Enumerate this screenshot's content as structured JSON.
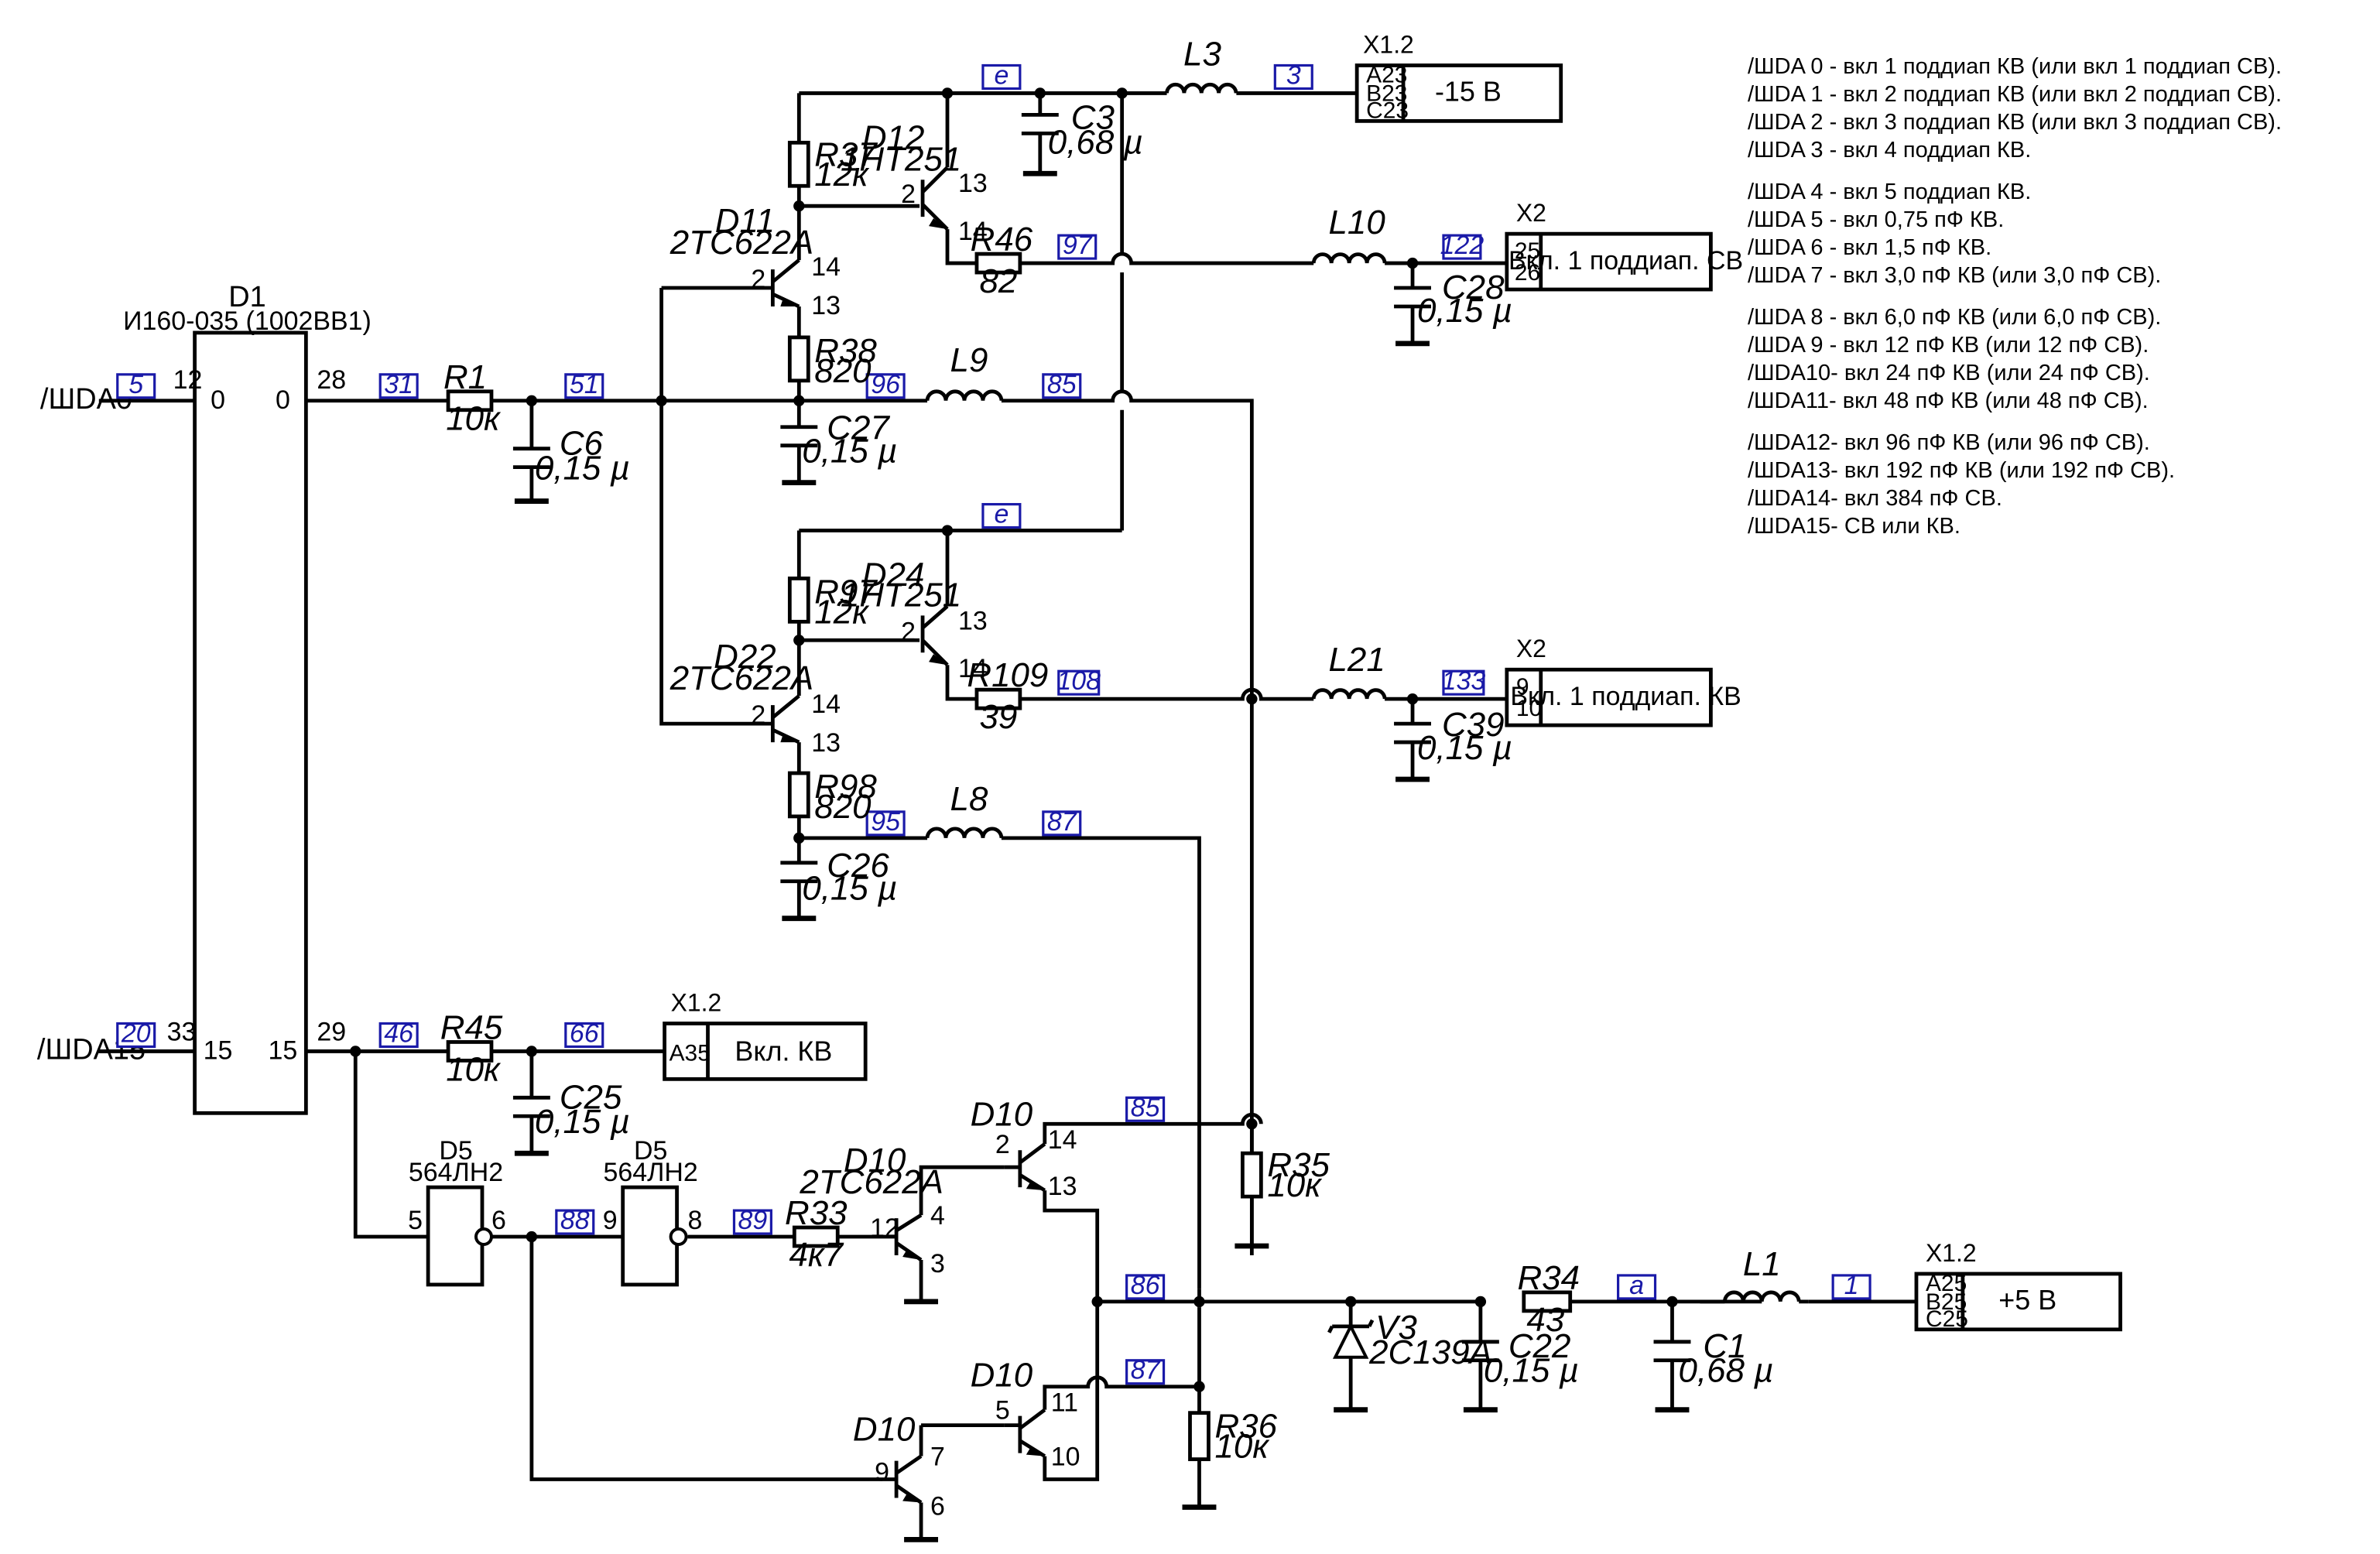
{
  "chips": {
    "d1": {
      "ref": "D1",
      "part": "И160-035 (1002ВВ1)",
      "pins": {
        "in0": "12",
        "out0": "28",
        "in15": "33",
        "out15": "29",
        "a0": "0",
        "b0": "0",
        "a15": "15",
        "b15": "15"
      }
    },
    "d5a": {
      "ref": "D5",
      "part": "564ЛН2",
      "pin_in": "5",
      "pin_out": "6"
    },
    "d5b": {
      "ref": "D5",
      "part": "564ЛН2",
      "pin_in": "9",
      "pin_out": "8"
    }
  },
  "signals": {
    "shda0": "/ШDA0",
    "shda15": "/ШDA15"
  },
  "nets": {
    "n5": "5",
    "n31": "31",
    "n51": "51",
    "ne1": "e",
    "n3": "3",
    "n97": "97",
    "n122": "122",
    "n96": "96",
    "n85a": "85",
    "ne2": "e",
    "n108": "108",
    "n133": "133",
    "n95": "95",
    "n87a": "87",
    "n20": "20",
    "n46": "46",
    "n66": "66",
    "n85b": "85",
    "n88": "88",
    "n89": "89",
    "n86": "86",
    "n87b": "87",
    "na": "a",
    "n1": "1"
  },
  "components": {
    "r1": {
      "ref": "R1",
      "val": "10к"
    },
    "c6": {
      "ref": "C6",
      "val": "0,15 µ"
    },
    "r37": {
      "ref": "R37",
      "val": "12к"
    },
    "d12": {
      "ref": "D12",
      "part": "1НТ251",
      "p2": "2",
      "p13": "13",
      "p14": "14"
    },
    "d11": {
      "ref": "D11",
      "part": "2ТС622А",
      "p2": "2",
      "p14": "14",
      "p13": "13"
    },
    "r38": {
      "ref": "R38",
      "val": "820"
    },
    "c27": {
      "ref": "C27",
      "val": "0,15 µ"
    },
    "l9": {
      "ref": "L9"
    },
    "c3": {
      "ref": "C3",
      "val": "0,68 µ"
    },
    "l3": {
      "ref": "L3"
    },
    "r46": {
      "ref": "R46",
      "val": "82"
    },
    "l10": {
      "ref": "L10"
    },
    "c28": {
      "ref": "C28",
      "val": "0,15 µ"
    },
    "r97": {
      "ref": "R97",
      "val": "12к"
    },
    "d24": {
      "ref": "D24",
      "part": "1НТ251",
      "p2": "2",
      "p13": "13",
      "p14": "14"
    },
    "d22": {
      "ref": "D22",
      "part": "2ТС622А",
      "p2": "2",
      "p14": "14",
      "p13": "13"
    },
    "r98": {
      "ref": "R98",
      "val": "820"
    },
    "c26": {
      "ref": "C26",
      "val": "0,15 µ"
    },
    "l8": {
      "ref": "L8"
    },
    "r109": {
      "ref": "R109",
      "val": "39"
    },
    "l21": {
      "ref": "L21"
    },
    "c39": {
      "ref": "C39",
      "val": "0,15 µ"
    },
    "r45": {
      "ref": "R45",
      "val": "10к"
    },
    "c25": {
      "ref": "C25",
      "val": "0,15 µ"
    },
    "r33": {
      "ref": "R33",
      "val": "4к7"
    },
    "d10a": {
      "ref": "D10",
      "part": "2ТС622А",
      "p12": "12",
      "p4": "4",
      "p3": "3"
    },
    "d10b": {
      "ref": "D10",
      "p2": "2",
      "p14": "14",
      "p13": "13"
    },
    "d10c": {
      "ref": "D10",
      "p5": "5",
      "p11": "11",
      "p10": "10"
    },
    "d10d": {
      "ref": "D10",
      "p9": "9",
      "p7": "7",
      "p6": "6"
    },
    "r35": {
      "ref": "R35",
      "val": "10к"
    },
    "r36": {
      "ref": "R36",
      "val": "10к"
    },
    "v3": {
      "ref": "V3",
      "part": "2С139А"
    },
    "c22": {
      "ref": "C22",
      "val": "0,15 µ"
    },
    "r34": {
      "ref": "R34",
      "val": "43"
    },
    "l1": {
      "ref": "L1"
    },
    "c1": {
      "ref": "C1",
      "val": "0,68 µ"
    }
  },
  "connectors": {
    "x12_top": {
      "ref": "X1.2",
      "pins": [
        "A23",
        "B23",
        "C23"
      ],
      "label": "-15 В"
    },
    "x2_sv": {
      "ref": "X2",
      "pins": [
        "25",
        "26"
      ],
      "label": "Вкл. 1 поддиап. СВ"
    },
    "x2_kv": {
      "ref": "X2",
      "pins": [
        "9",
        "10"
      ],
      "label": "Вкл. 1 поддиап. КВ"
    },
    "x12_kv": {
      "ref": "X1.2",
      "pins": [
        "A35"
      ],
      "label": "Вкл. КВ"
    },
    "x12_p5": {
      "ref": "X1.2",
      "pins": [
        "A25",
        "B25",
        "C25"
      ],
      "label": "+5 В"
    }
  },
  "notes": [
    "/ШDA 0 - вкл 1 поддиап КВ (или вкл 1 поддиап СВ).",
    "/ШDA 1 - вкл 2 поддиап КВ (или вкл 2 поддиап СВ).",
    "/ШDA 2 - вкл 3 поддиап КВ (или вкл 3 поддиап СВ).",
    "/ШDA 3 - вкл 4 поддиап КВ.",
    "",
    "/ШDA 4 - вкл 5 поддиап КВ.",
    "/ШDA 5 - вкл 0,75 пФ КВ.",
    "/ШDA 6 - вкл 1,5 пФ КВ.",
    "/ШDA 7 - вкл 3,0 пФ КВ (или 3,0 пФ СВ).",
    "",
    "/ШDA 8 - вкл 6,0 пФ КВ (или 6,0 пФ СВ).",
    "/ШDA 9 - вкл 12 пФ КВ (или 12 пФ СВ).",
    "/ШDA10- вкл 24 пФ КВ (или 24 пФ СВ).",
    "/ШDA11- вкл 48 пФ КВ (или 48 пФ СВ).",
    "",
    "/ШDA12- вкл 96 пФ КВ (или 96 пФ СВ).",
    "/ШDA13- вкл 192 пФ КВ (или 192 пФ СВ).",
    "/ШDA14- вкл 384 пФ СВ.",
    "/ШDA15- СВ или КВ."
  ]
}
